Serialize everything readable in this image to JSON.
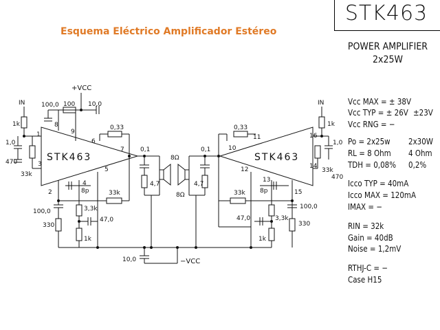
{
  "title": "Esquema Eléctrico Amplificador Estéreo",
  "chip": "STK463",
  "subtitle_1": "POWER AMPLIFIER",
  "subtitle_2": "2x25W",
  "specs": {
    "vcc_max": "Vcc MAX = ± 38V",
    "vcc_typ": "Vcc TYP = ± 26V",
    "vcc_typ_alt": "±23V",
    "vcc_rng": "Vcc RNG = −",
    "po": "Po = 2x25w",
    "po_alt": "2x30W",
    "rl": "RL = 8 Ohm",
    "rl_alt": "4 Ohm",
    "tdh": "TDH = 0,08%",
    "tdh_alt": "0,2%",
    "icco_typ": "Icco TYP = 40mA",
    "icco_max": "Icco MAX = 120mA",
    "imax": "IMAX = −",
    "rin": "RIN = 32k",
    "gain": "Gain = 40dB",
    "noise": "Noise = 1,2mV",
    "rthj": "RTHJ-C = −",
    "case": "Case H15"
  },
  "schematic": {
    "left": {
      "in": "IN",
      "r_in": "1k",
      "c_in": "1,0",
      "c_470": "470",
      "r_33k": "33k",
      "c_100": "100,0",
      "r_100": "100",
      "c_10": "10,0",
      "r_033": "0,33",
      "c_01": "0,1",
      "r_47": "4,7",
      "spk": "8Ω",
      "c_8p": "8p",
      "r_33k_fb": "33k",
      "c_100b": "100,0",
      "r_330": "330",
      "r_33k_b": "3,3k",
      "c_47": "47,0",
      "r_1k_b": "1k",
      "ic": "STK463",
      "pins": [
        "1",
        "2",
        "3",
        "4",
        "5",
        "6",
        "7",
        "8",
        "9"
      ]
    },
    "right": {
      "in": "IN",
      "r_in": "1k",
      "c_in": "1,0",
      "c_470": "470",
      "r_33k": "33k",
      "c_100": "100,0",
      "r_330": "330",
      "r_033": "0,33",
      "c_01": "0,1",
      "r_47": "4,7",
      "spk": "8Ω",
      "c_8p": "8p",
      "r_33k_fb": "33k",
      "r_33k_b": "3,3k",
      "c_47": "47,0",
      "r_1k_b": "1k",
      "ic": "STK463",
      "pins": [
        "10",
        "11",
        "12",
        "13",
        "14",
        "15",
        "16"
      ]
    },
    "vcc_pos": "+VCC",
    "vcc_neg": "−VCC",
    "c_supply": "10,0"
  }
}
